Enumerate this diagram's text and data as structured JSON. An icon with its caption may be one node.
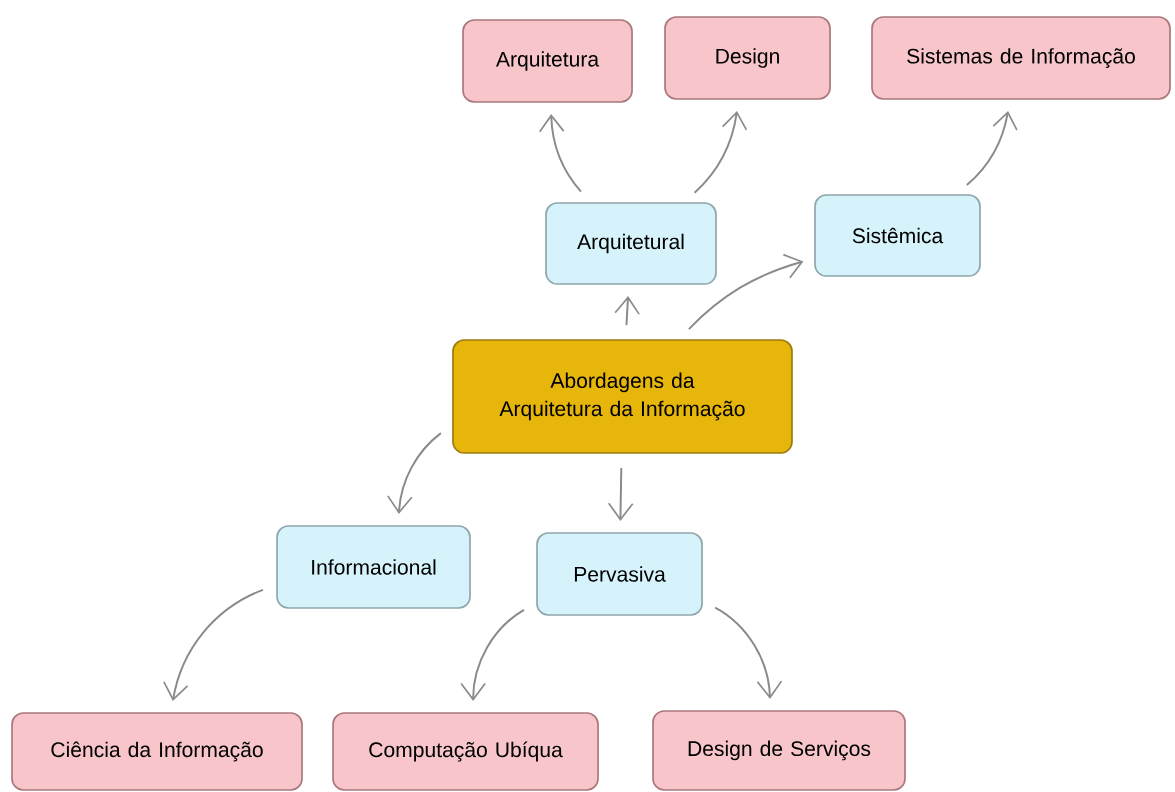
{
  "diagram": {
    "nodes": [
      {
        "text": [
          "Arquitetura"
        ]
      },
      {
        "text": [
          "Design"
        ]
      },
      {
        "text": [
          "Sistemas de Informação"
        ]
      },
      {
        "text": [
          "Arquitetural"
        ]
      },
      {
        "text": [
          "Sistêmica"
        ]
      },
      {
        "text": [
          "Abordagens da Arquitetura da Informação"
        ]
      },
      {
        "text": [
          "Informacional"
        ]
      },
      {
        "text": [
          "Pervasiva"
        ]
      },
      {
        "text": [
          "Ciência da Informação"
        ]
      },
      {
        "text": [
          "Computação Ubíqua"
        ]
      },
      {
        "text": [
          "Design de Serviços"
        ]
      }
    ],
    "edges": [
      {
        "from": 5,
        "to": 3,
        "arrow": "to"
      },
      {
        "from": 5,
        "to": 4,
        "arrow": "to"
      },
      {
        "from": 3,
        "to": 0,
        "arrow": "to"
      },
      {
        "from": 3,
        "to": 1,
        "arrow": "to"
      },
      {
        "from": 4,
        "to": 2,
        "arrow": "to"
      },
      {
        "from": 5,
        "to": 6,
        "arrow": "to"
      },
      {
        "from": 5,
        "to": 7,
        "arrow": "to"
      },
      {
        "from": 6,
        "to": 8,
        "arrow": "to"
      },
      {
        "from": 7,
        "to": 9,
        "arrow": "to"
      },
      {
        "from": 7,
        "to": 10,
        "arrow": "to"
      }
    ]
  }
}
